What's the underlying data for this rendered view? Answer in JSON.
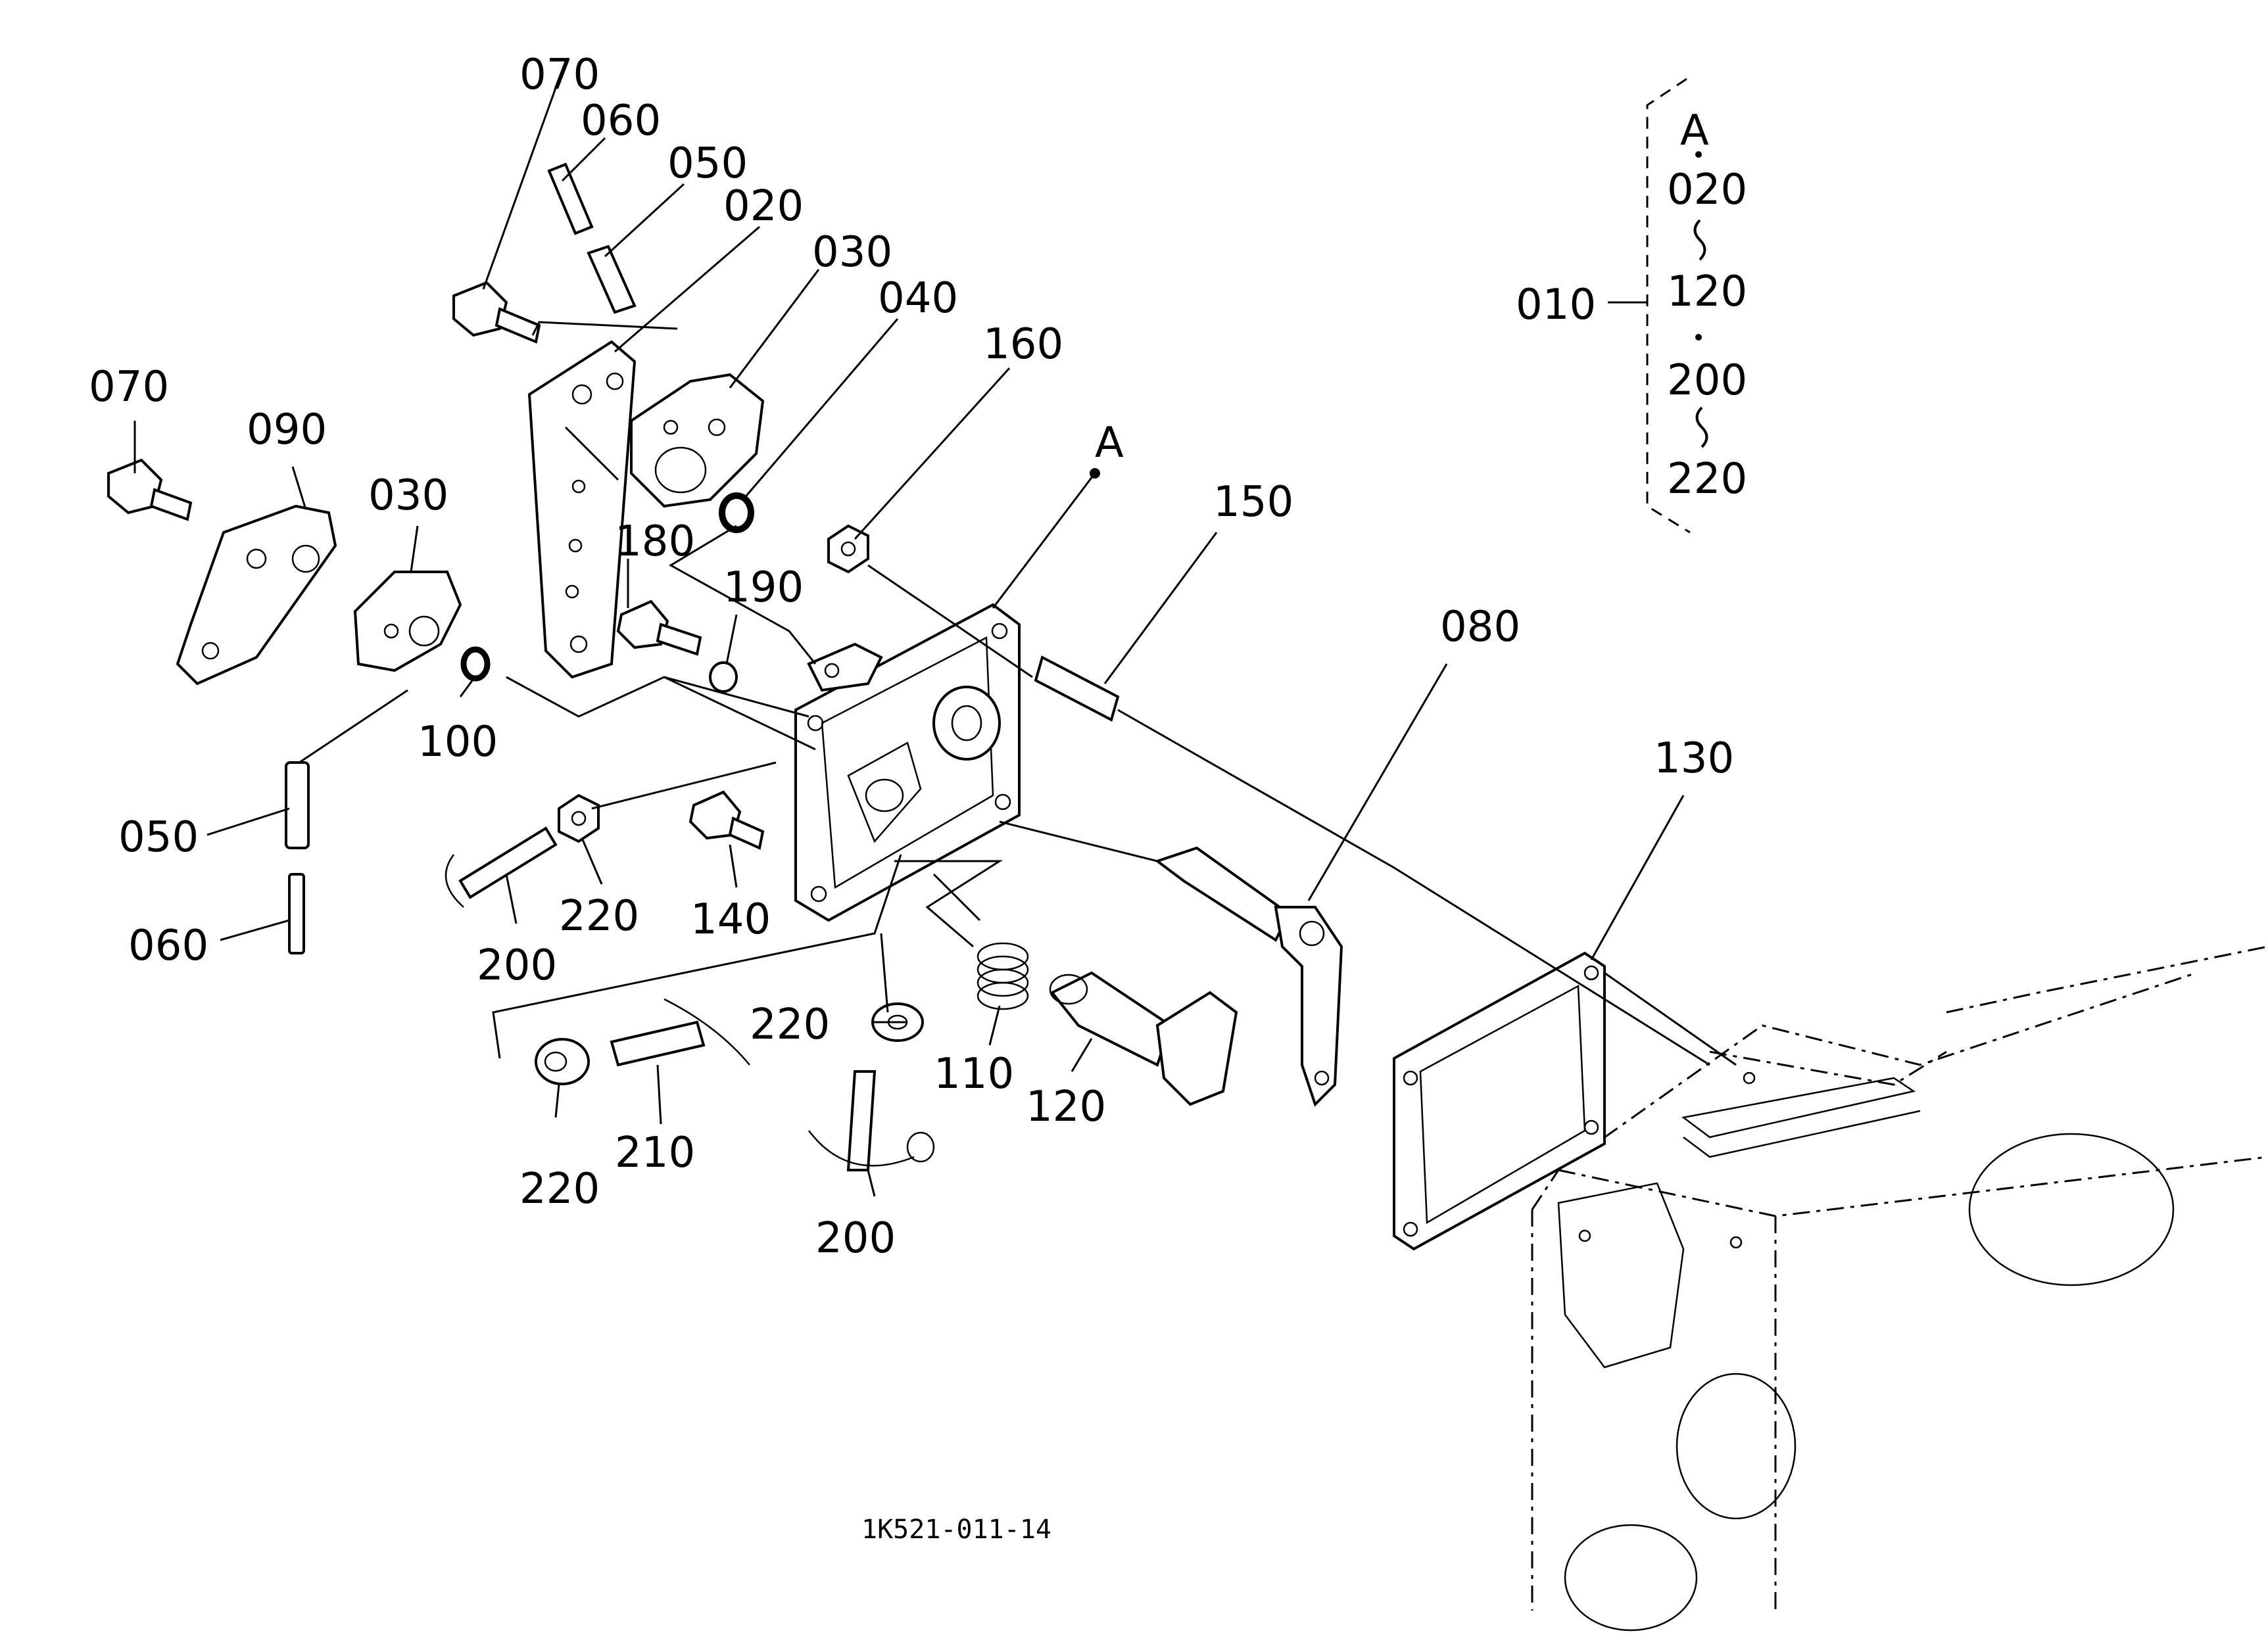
{
  "diagram": {
    "callouts": {
      "c070a": "070",
      "c060a": "060",
      "c050a": "050",
      "c020": "020",
      "c030a": "030",
      "c040": "040",
      "c160": "160",
      "cA": "A",
      "c070b": "070",
      "c090": "090",
      "c030b": "030",
      "c180": "180",
      "c190": "190",
      "c150": "150",
      "c080": "080",
      "c100": "100",
      "c050b": "050",
      "c060b": "060",
      "c200a": "200",
      "c220a": "220",
      "c140": "140",
      "c130": "130",
      "c220b": "220",
      "c110": "110",
      "c120": "120",
      "c220c": "220",
      "c210": "210",
      "c200b": "200"
    },
    "assembly_key": {
      "parent": "010",
      "lines": [
        "A",
        "020",
        "120",
        "200",
        "220"
      ]
    },
    "drawing_code": "1K521-011-14"
  }
}
